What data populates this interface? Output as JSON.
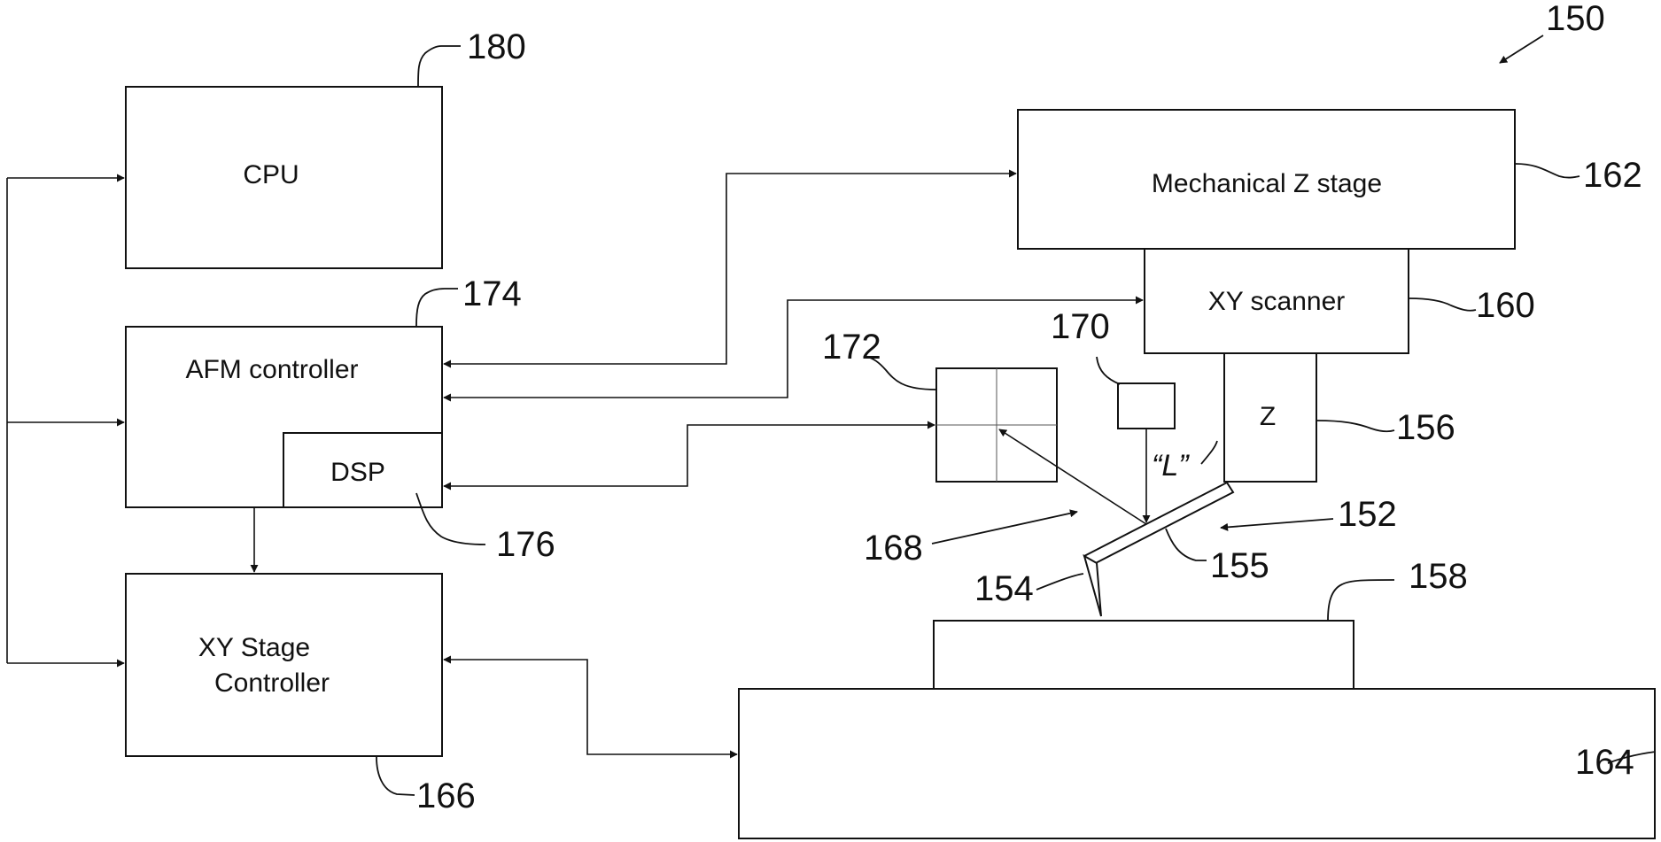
{
  "figure_number": "150",
  "blocks": {
    "cpu": {
      "label": "CPU",
      "ref": "180"
    },
    "afm_controller": {
      "label": "AFM controller",
      "ref": "174"
    },
    "dsp": {
      "label": "DSP",
      "ref": "176"
    },
    "xy_stage_controller": {
      "label_line1": "XY Stage",
      "label_line2": "Controller",
      "ref": "166"
    },
    "mechanical_z_stage": {
      "label": "Mechanical Z stage",
      "ref": "162"
    },
    "xy_scanner": {
      "label": "XY scanner",
      "ref": "160"
    },
    "z_actuator": {
      "label": "Z",
      "ref": "156"
    },
    "photodetector": {
      "ref": "172"
    },
    "light_source": {
      "ref": "170"
    },
    "sample": {
      "ref": "158"
    },
    "xy_stage": {
      "ref": "164"
    }
  },
  "probe": {
    "probe_ref": "152",
    "tip_ref": "154",
    "cantilever_ref": "155",
    "beam_ref": "168",
    "beam_label": "“L”"
  }
}
